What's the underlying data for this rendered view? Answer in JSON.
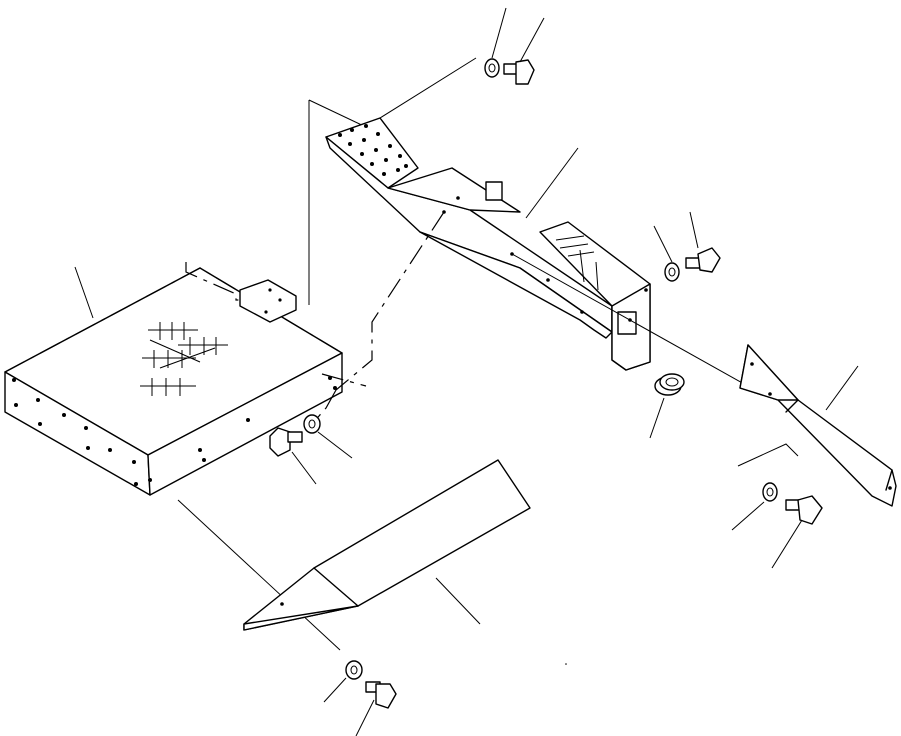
{
  "diagram": {
    "style": "exploded parts view, black line art on white",
    "colors": {
      "line": "#000000",
      "background": "#ffffff"
    },
    "parts": [
      {
        "id": "cover-plate",
        "icon": "box-panel-icon"
      },
      {
        "id": "step-bracket",
        "icon": "step-bracket-icon"
      },
      {
        "id": "side-bracket",
        "icon": "angle-bracket-icon"
      },
      {
        "id": "bottom-guard",
        "icon": "wedge-guard-icon"
      },
      {
        "id": "spacer-collar",
        "icon": "collar-icon"
      },
      {
        "id": "bolt",
        "icon": "bolt-icon",
        "count": 5
      },
      {
        "id": "washer",
        "icon": "washer-icon",
        "count": 5
      }
    ]
  }
}
